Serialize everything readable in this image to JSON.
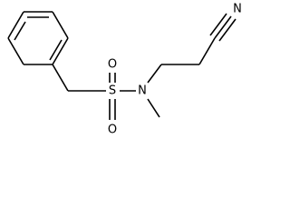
{
  "molecule": {
    "atoms": {
      "nitrile_n": "N",
      "sulfur": "S",
      "oxygen_top": "O",
      "oxygen_bottom": "O",
      "amide_n": "N"
    }
  }
}
